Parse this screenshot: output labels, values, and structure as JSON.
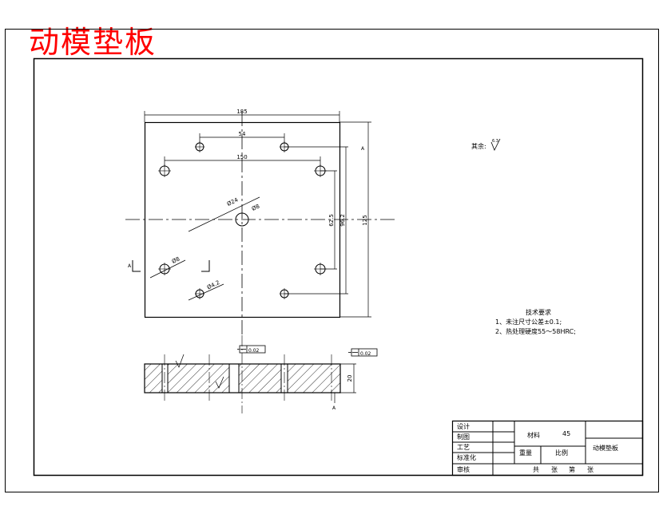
{
  "title": "动模垫板",
  "dims": {
    "width_top": "185",
    "hole_span_small": "54",
    "hole_span_large": "150",
    "height_inner": "62.5",
    "height_mid": "96.2",
    "height_overall": "125",
    "dia_center_outer": "Ø24",
    "dia_center_inner": "Ø8",
    "dia_left": "Ø8",
    "dia_bottom": "Ø4.2",
    "thickness": "20",
    "flat_tol_left": "0.02",
    "flat_tol_right": "0.02"
  },
  "marks": {
    "section_left": "A",
    "section_right": "A",
    "datum_right": "A"
  },
  "surface_note": "其余:",
  "surface_value": "6.3",
  "tech": {
    "heading": "技术要求",
    "line1": "1、未注尺寸公差±0.1;",
    "line2": "2、热处理硬度55～58HRC;"
  },
  "block": {
    "roles": [
      "设计",
      "制图",
      "工艺",
      "标准化",
      "审核"
    ],
    "material_label": "材料",
    "material_value": "45",
    "weight_label": "重量",
    "scale_label": "比例",
    "part_name": "动模垫板",
    "sheet_total": "共",
    "sheet_unit_1": "张",
    "sheet_num": "第",
    "sheet_unit_2": "张"
  },
  "colors": {
    "title": "#ff0000",
    "line": "#000000"
  }
}
